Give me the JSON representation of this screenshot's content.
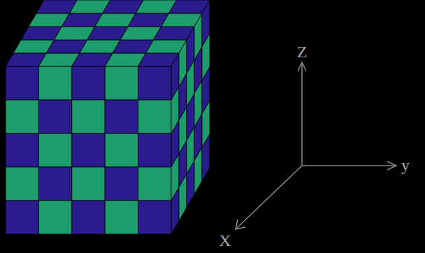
{
  "diagram": {
    "labels": [
      "Z",
      "y",
      "X"
    ]
  }
}
